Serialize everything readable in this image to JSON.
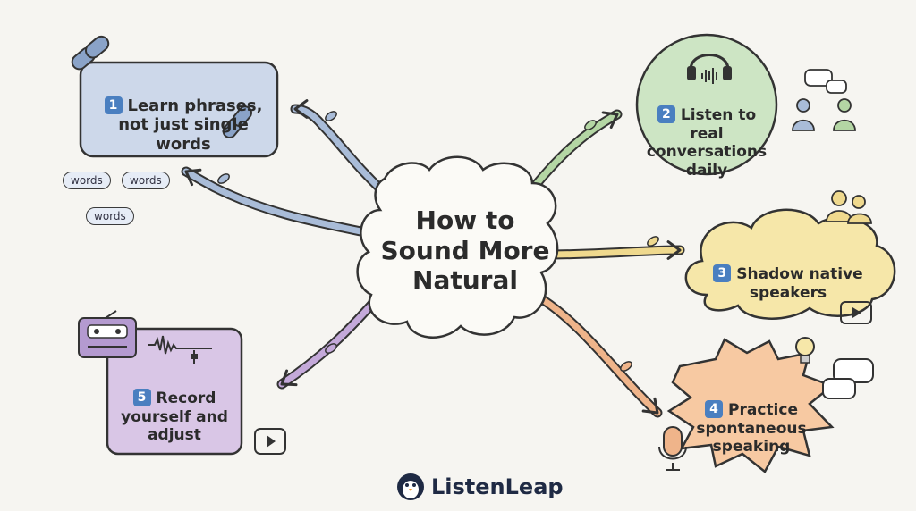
{
  "center": {
    "title": "How to\nSound More\nNatural"
  },
  "nodes": [
    {
      "id": "learn-phrases",
      "num": "1",
      "text": "Learn phrases,\nnot just single\nwords",
      "color": "#cdd8ea",
      "arrow": "#a9bcd8"
    },
    {
      "id": "listen-conversations",
      "num": "2",
      "text": "Listen to real\nconversations\ndaily",
      "color": "#cde5c4",
      "arrow": "#b4d6a4"
    },
    {
      "id": "shadow-speakers",
      "num": "3",
      "text": "Shadow native\nspeakers",
      "color": "#f6e7a9",
      "arrow": "#efd98e"
    },
    {
      "id": "practice-speaking",
      "num": "4",
      "text": "Practice\nspontaneous\nspeaking",
      "color": "#f7c9a2",
      "arrow": "#efb48a"
    },
    {
      "id": "record-yourself",
      "num": "5",
      "text": "Record\nyourself and\nadjust",
      "color": "#d9c6e6",
      "arrow": "#c4a9da"
    }
  ],
  "word_tags": [
    "words",
    "words",
    "words"
  ],
  "badge_color": "#4a7fc0",
  "brand": {
    "name": "ListenLeap"
  },
  "icons": [
    "chain-link-icon",
    "headphones-icon",
    "people-talking-icon",
    "speech-bubbles-icon",
    "play-button-icon",
    "lightbulb-icon",
    "microphone-icon",
    "cassette-recorder-icon",
    "waveform-icon",
    "penguin-logo-icon"
  ]
}
